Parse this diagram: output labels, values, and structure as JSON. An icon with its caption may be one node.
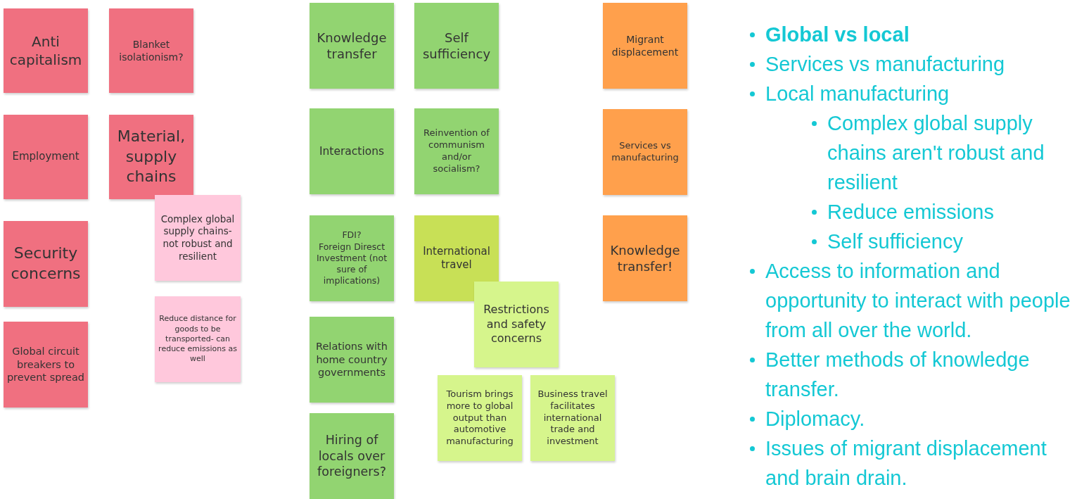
{
  "diagram": {
    "nodes": [
      {
        "text": [
          "Anti capitalism"
        ]
      },
      {
        "text": [
          "Blanket isolationism?"
        ]
      },
      {
        "text": [
          "Employment"
        ]
      },
      {
        "text": [
          "Material, supply chains"
        ]
      },
      {
        "text": [
          "Complex global supply chains- not robust and resilient"
        ]
      },
      {
        "text": [
          "Security concerns"
        ]
      },
      {
        "text": [
          "Reduce distance for goods to be transported- can reduce emissions as well"
        ]
      },
      {
        "text": [
          "Global circuit breakers to prevent spread"
        ]
      },
      {
        "text": [
          "Knowledge transfer"
        ]
      },
      {
        "text": [
          "Self sufficiency"
        ]
      },
      {
        "text": [
          "Migrant displacement"
        ]
      },
      {
        "text": [
          "Interactions"
        ]
      },
      {
        "text": [
          "Reinvention of communism and/or socialism?"
        ]
      },
      {
        "text": [
          "Services vs manufacturing"
        ]
      },
      {
        "text": [
          "FDI?",
          "Foreign Diresct Investment (not sure of implications)"
        ]
      },
      {
        "text": [
          "International travel"
        ]
      },
      {
        "text": [
          "Knowledge transfer!"
        ]
      },
      {
        "text": [
          "Restrictions and safety concerns"
        ]
      },
      {
        "text": [
          "Relations with home country governments"
        ]
      },
      {
        "text": [
          "Tourism brings more to global output than automotive manufacturing"
        ]
      },
      {
        "text": [
          "Business travel facilitates international trade and investment"
        ]
      },
      {
        "text": [
          "Hiring of locals over foreigners?"
        ]
      }
    ],
    "labels": [
      "**Global vs local**",
      "Services vs manufacturing",
      "Local manufacturing",
      "Complex global supply chains aren't robust and resilient",
      "Reduce emissions",
      "Self sufficiency",
      "Access to information and opportunity to interact with people from all over the world.",
      "Better methods of knowledge transfer.",
      "Diplomacy.",
      "Issues of migrant displacement and brain drain."
    ]
  }
}
